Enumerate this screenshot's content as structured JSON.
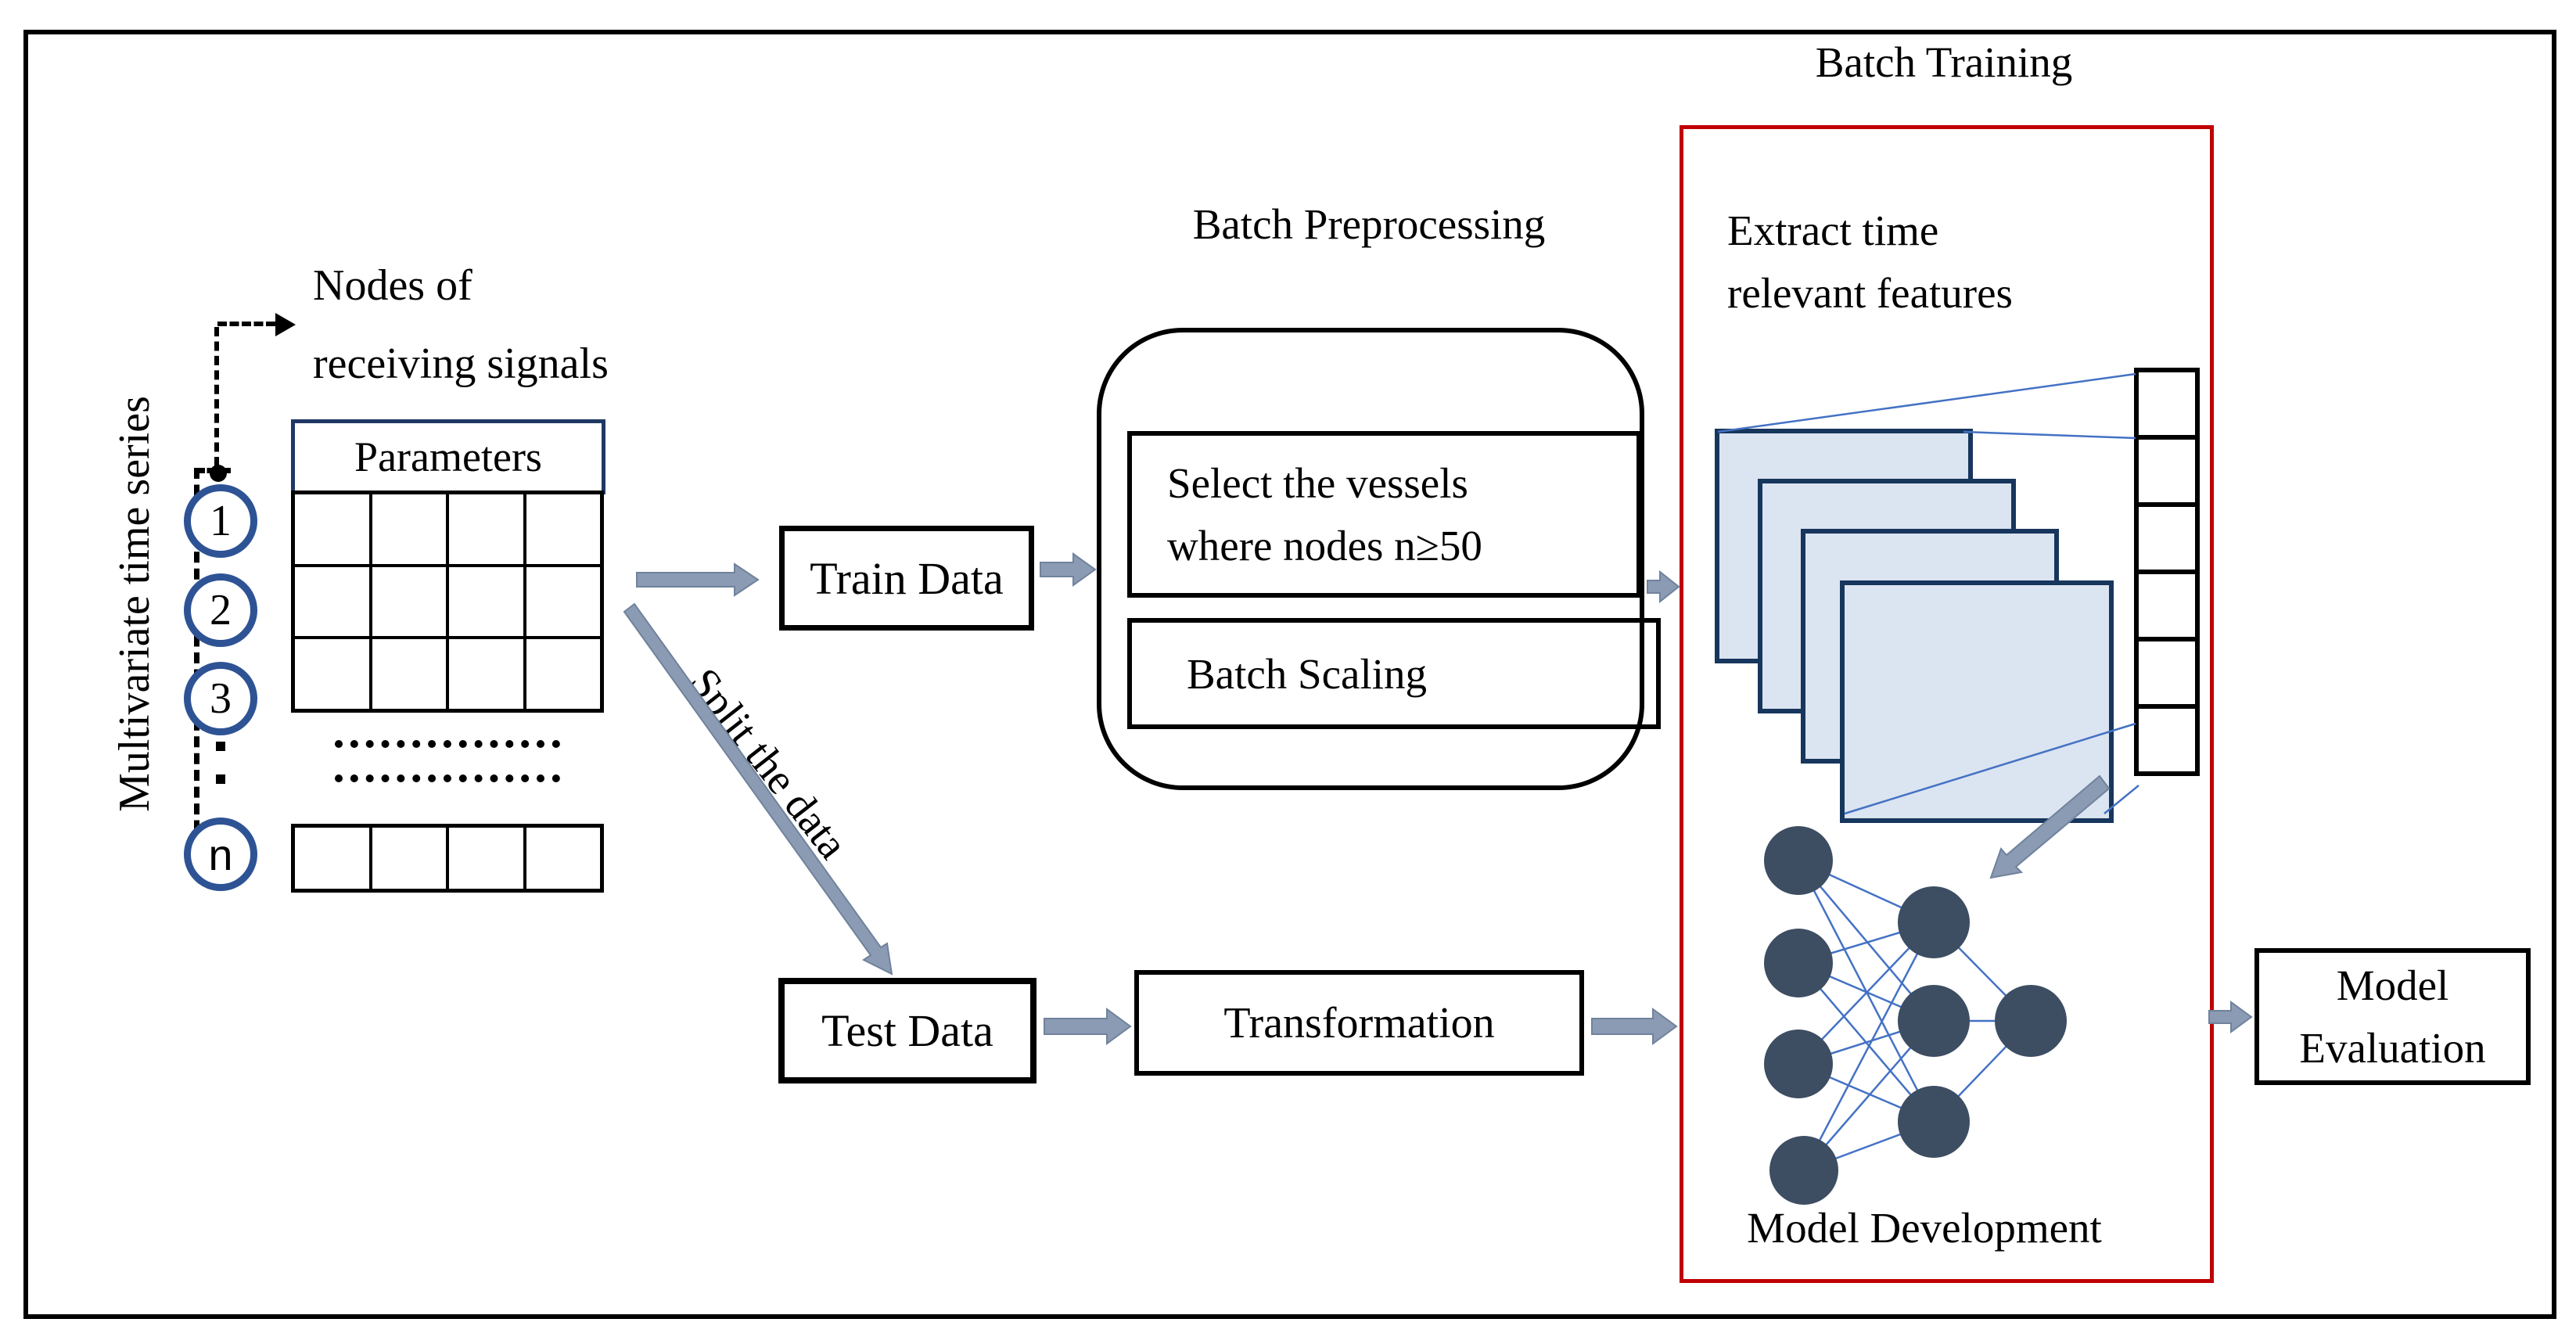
{
  "left_group": {
    "rotated_label": "Multivariate time series",
    "nodes_label_line1": "Nodes of",
    "nodes_label_line2": "receiving signals",
    "table_header": "Parameters",
    "series_items": {
      "first": "1",
      "second": "2",
      "third": "3",
      "last": "n"
    }
  },
  "flow": {
    "train_data": "Train Data",
    "split_label": "Split the data",
    "test_data": "Test Data",
    "transformation": "Transformation",
    "batch_preprocessing": "Batch Preprocessing",
    "select_line1": "Select the vessels",
    "select_line2": "where nodes n≥50",
    "batch_scaling": "Batch Scaling",
    "batch_training": "Batch Training",
    "extract_line1": "Extract time",
    "extract_line2": "relevant features",
    "model_development": "Model Development",
    "model_evaluation_line1": "Model",
    "model_evaluation_line2": "Evaluation"
  },
  "colors": {
    "accent_red": "#c00000",
    "circle_navy": "#2e5395",
    "header_navy": "#1f3864",
    "layer_fill": "#dbe4f1",
    "layer_border": "#17365d",
    "arrow_slate": "#8b9bb3",
    "nn_node_fill": "#3d4d62",
    "nn_edge_blue": "#4472c4"
  }
}
